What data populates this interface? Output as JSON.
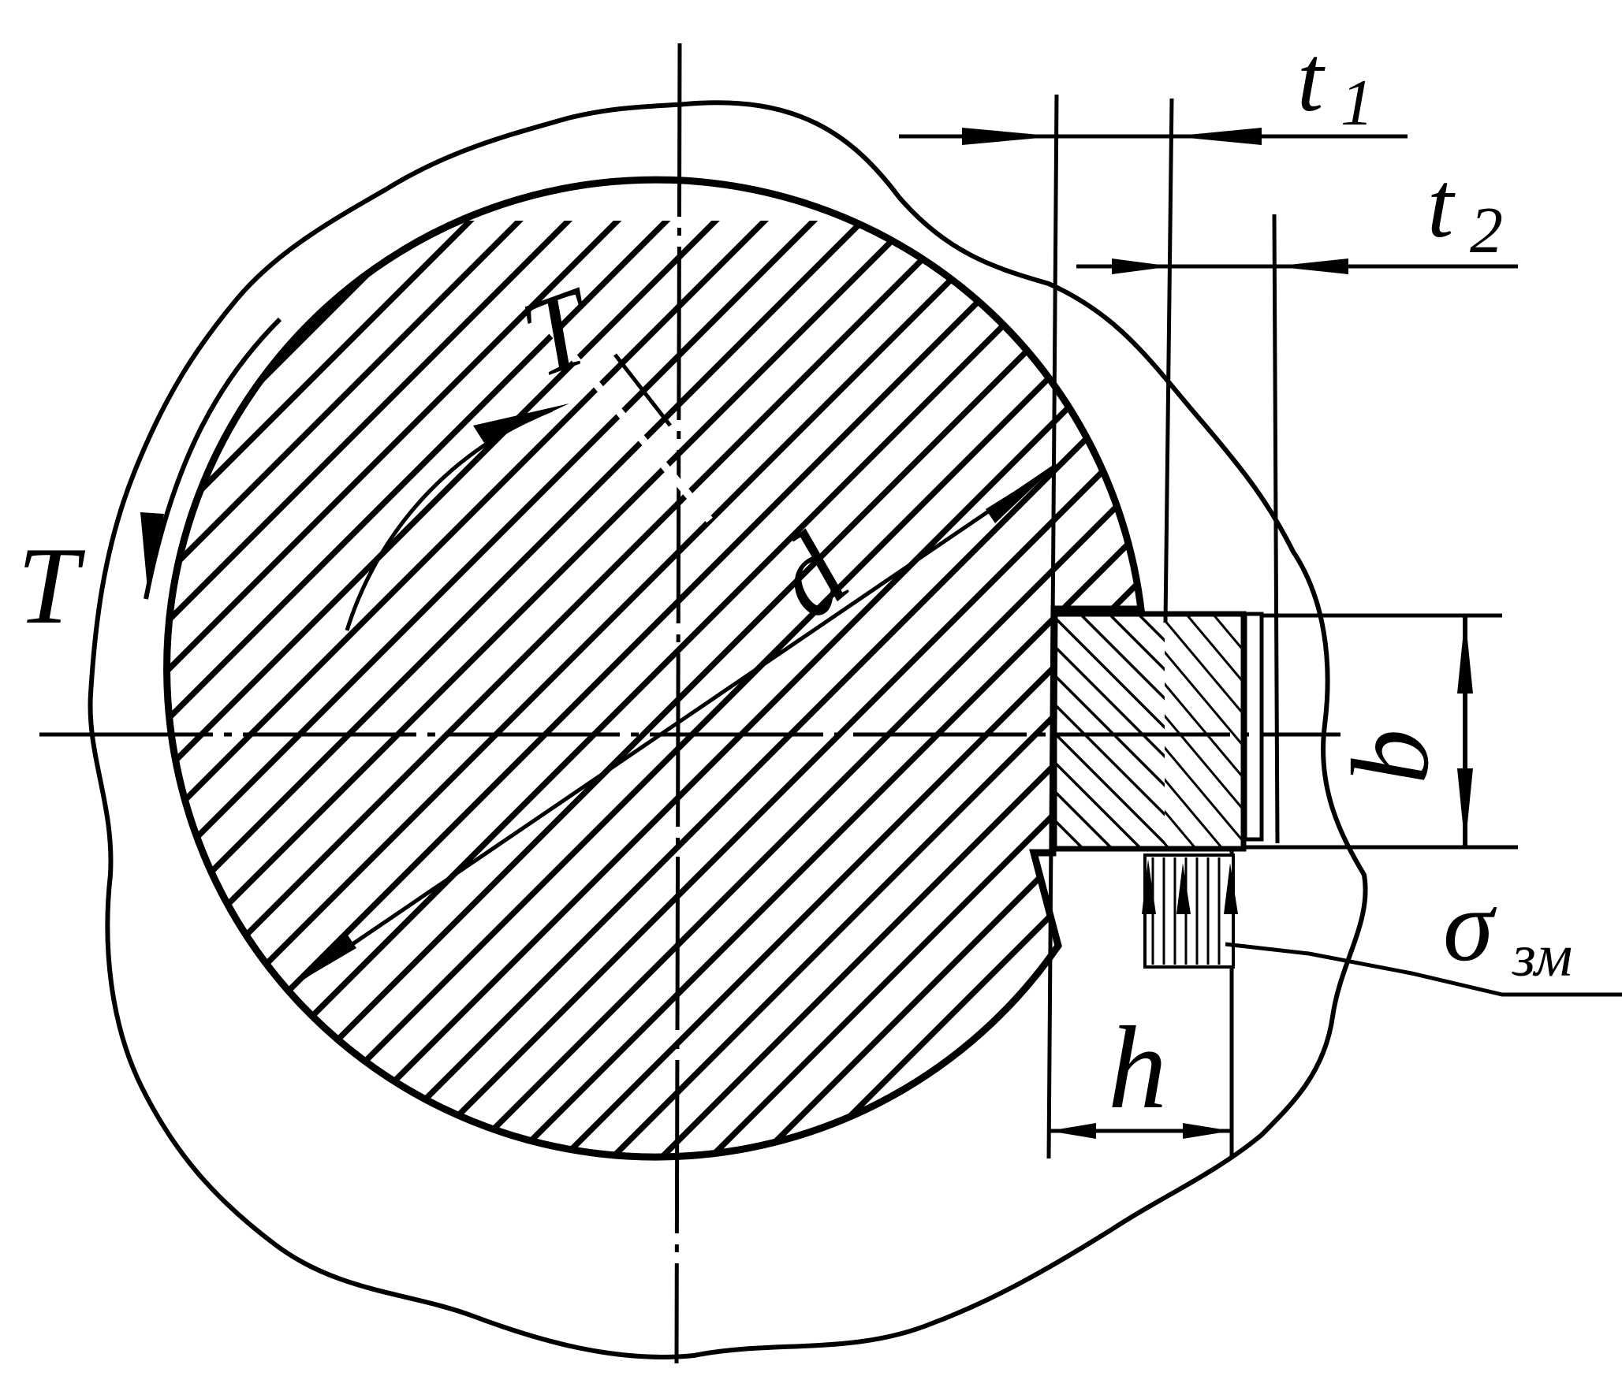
{
  "labels": {
    "t1_main": "t",
    "t1_sub": "1",
    "t2_main": "t",
    "t2_sub": "2",
    "d": "d",
    "b": "b",
    "h": "h",
    "T_left": "T",
    "T_top": "T",
    "sigma_main": "σ",
    "sigma_sub": "зм"
  },
  "colors": {
    "ink": "#000000",
    "paper": "#ffffff"
  }
}
